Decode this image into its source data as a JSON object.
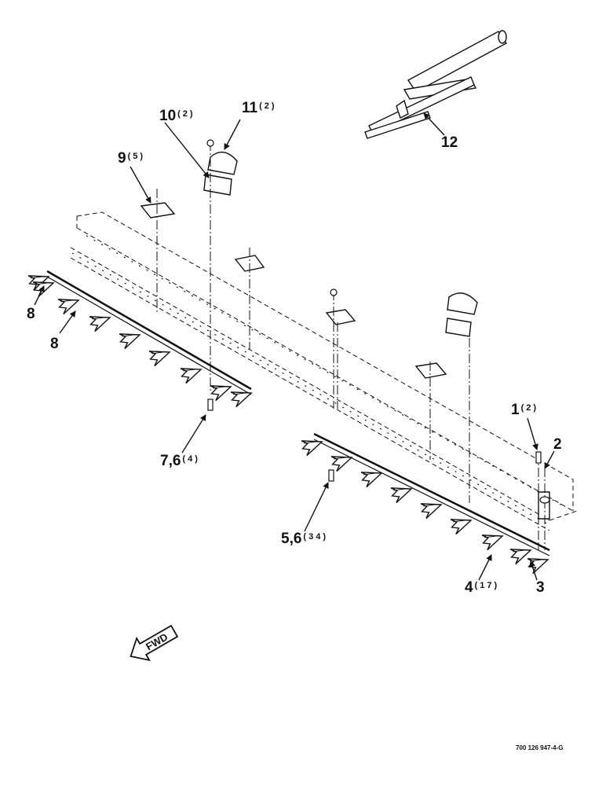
{
  "drawing_number": "700 126 947-4-G",
  "fwd_label": "FWD",
  "callouts": {
    "c1": {
      "num": "1",
      "qty": "(2)"
    },
    "c2": {
      "num": "2",
      "qty": ""
    },
    "c3": {
      "num": "3",
      "qty": ""
    },
    "c4": {
      "num": "4",
      "qty": "(17)"
    },
    "c56": {
      "num": "5,6",
      "qty": "(34)"
    },
    "c76": {
      "num": "7,6",
      "qty": "(4)"
    },
    "c8a": {
      "num": "8",
      "qty": ""
    },
    "c8b": {
      "num": "8",
      "qty": ""
    },
    "c9": {
      "num": "9",
      "qty": "(5)"
    },
    "c10": {
      "num": "10",
      "qty": "(2)"
    },
    "c11": {
      "num": "11",
      "qty": "(2)"
    },
    "c12": {
      "num": "12",
      "qty": ""
    }
  },
  "colors": {
    "ink": "#111111",
    "paper": "#ffffff"
  }
}
